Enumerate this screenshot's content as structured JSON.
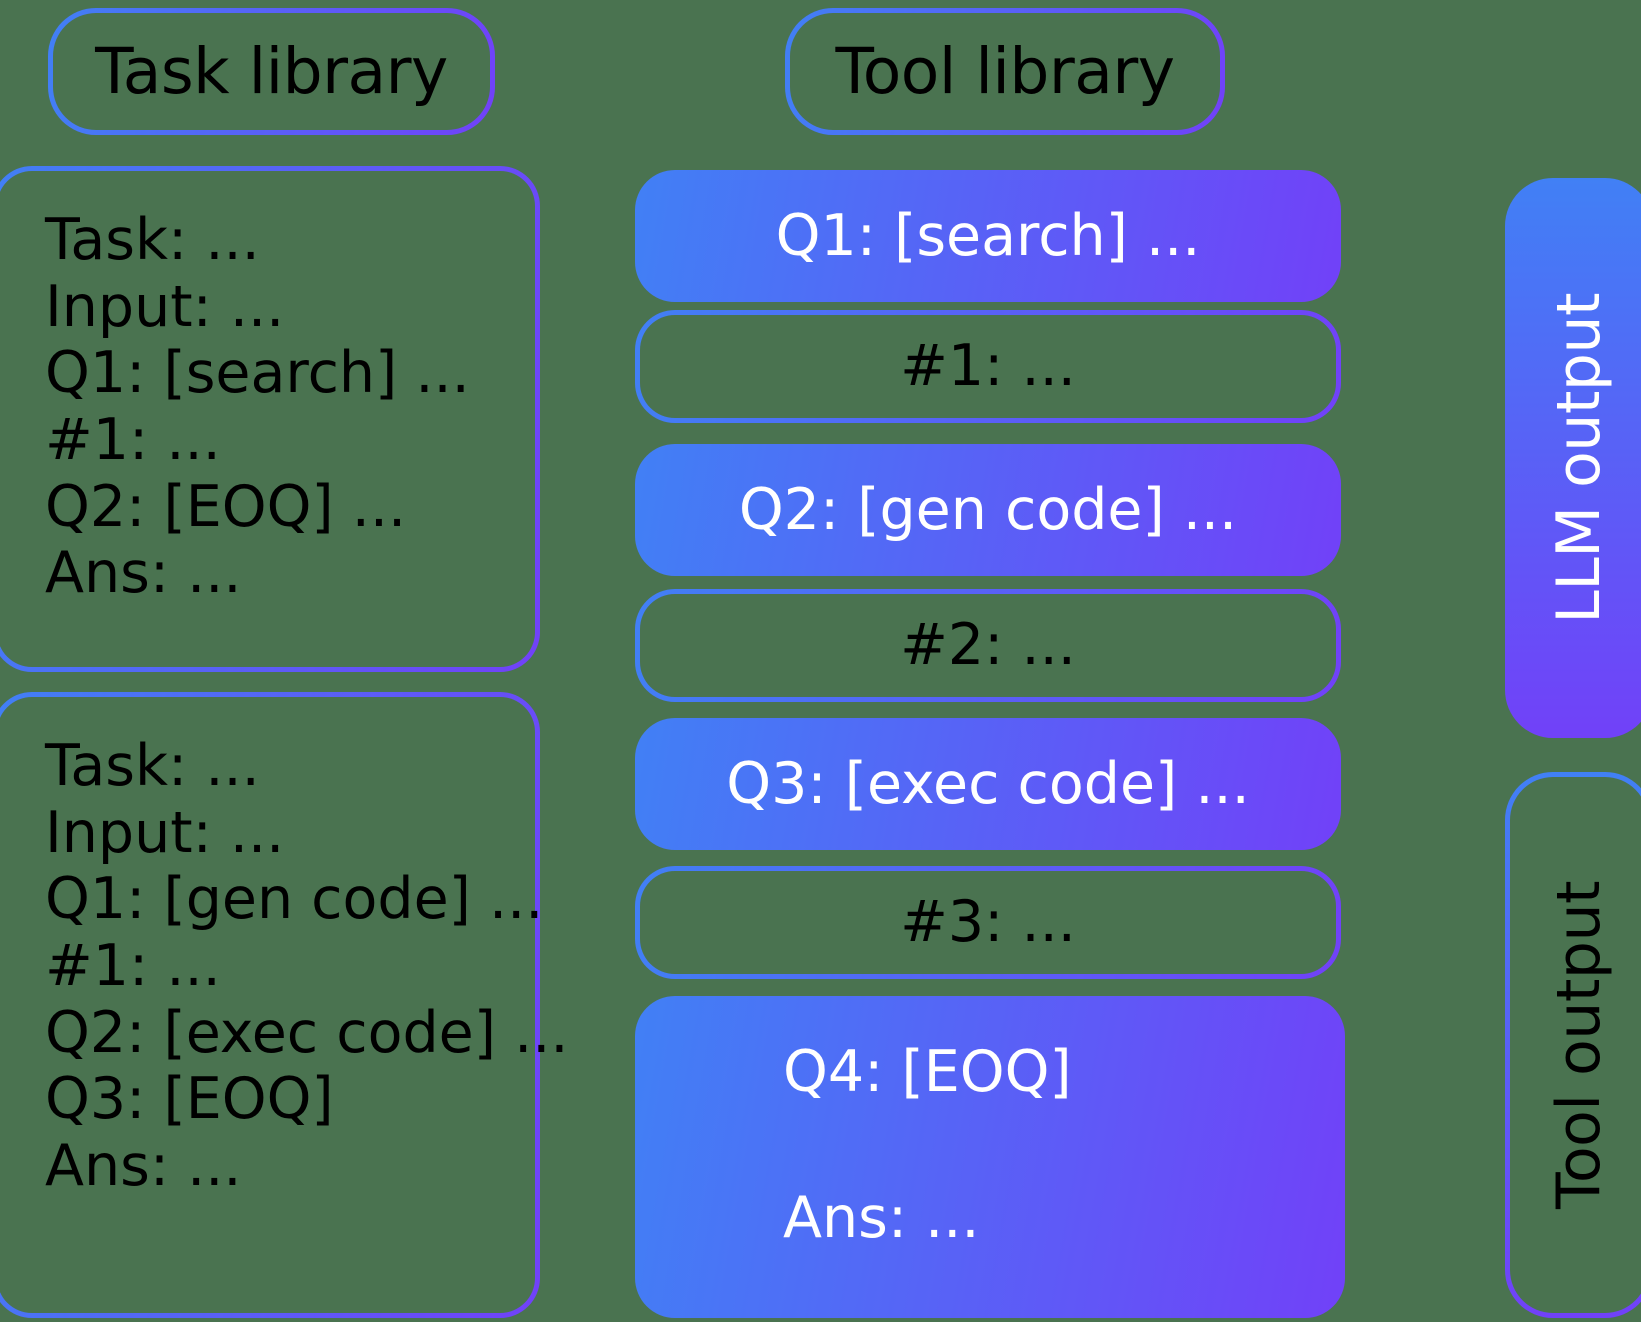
{
  "background_color": "#4a7350",
  "gradient": {
    "start": "#4180f5",
    "end": "#7141f8"
  },
  "columns": {
    "task_library": {
      "header": "Task library",
      "cards": [
        {
          "name": "task-card-1",
          "lines": [
            "Task: ...",
            "Input: ...",
            "Q1: [search] ...",
            "#1: ...",
            "Q2: [EOQ] ...",
            "Ans: ..."
          ]
        },
        {
          "name": "task-card-2",
          "lines": [
            "Task: ...",
            "Input: ...",
            "Q1: [gen code] ...",
            "#1: ...",
            "Q2: [exec code] ...",
            "Q3: [EOQ]",
            "Ans: ..."
          ]
        }
      ]
    },
    "tool_library": {
      "header": "Tool library",
      "bars": [
        {
          "name": "tool-bar-q1",
          "label": "Q1: [search] ...",
          "style": "filled",
          "source": "llm-output"
        },
        {
          "name": "tool-bar-r1",
          "label": "#1: ...",
          "style": "outline",
          "source": "tool-output"
        },
        {
          "name": "tool-bar-q2",
          "label": "Q2: [gen code] ...",
          "style": "filled",
          "source": "llm-output"
        },
        {
          "name": "tool-bar-r2",
          "label": "#2: ...",
          "style": "outline",
          "source": "tool-output"
        },
        {
          "name": "tool-bar-q3",
          "label": "Q3: [exec code] ...",
          "style": "filled",
          "source": "llm-output"
        },
        {
          "name": "tool-bar-r3",
          "label": "#3: ...",
          "style": "outline",
          "source": "tool-output"
        },
        {
          "name": "tool-bar-q4",
          "label": "Q4: [EOQ]",
          "label2": "Ans: ...",
          "style": "filled",
          "source": "llm-output"
        }
      ]
    },
    "legend": {
      "llm_output": "LLM output",
      "tool_output": "Tool output"
    }
  }
}
